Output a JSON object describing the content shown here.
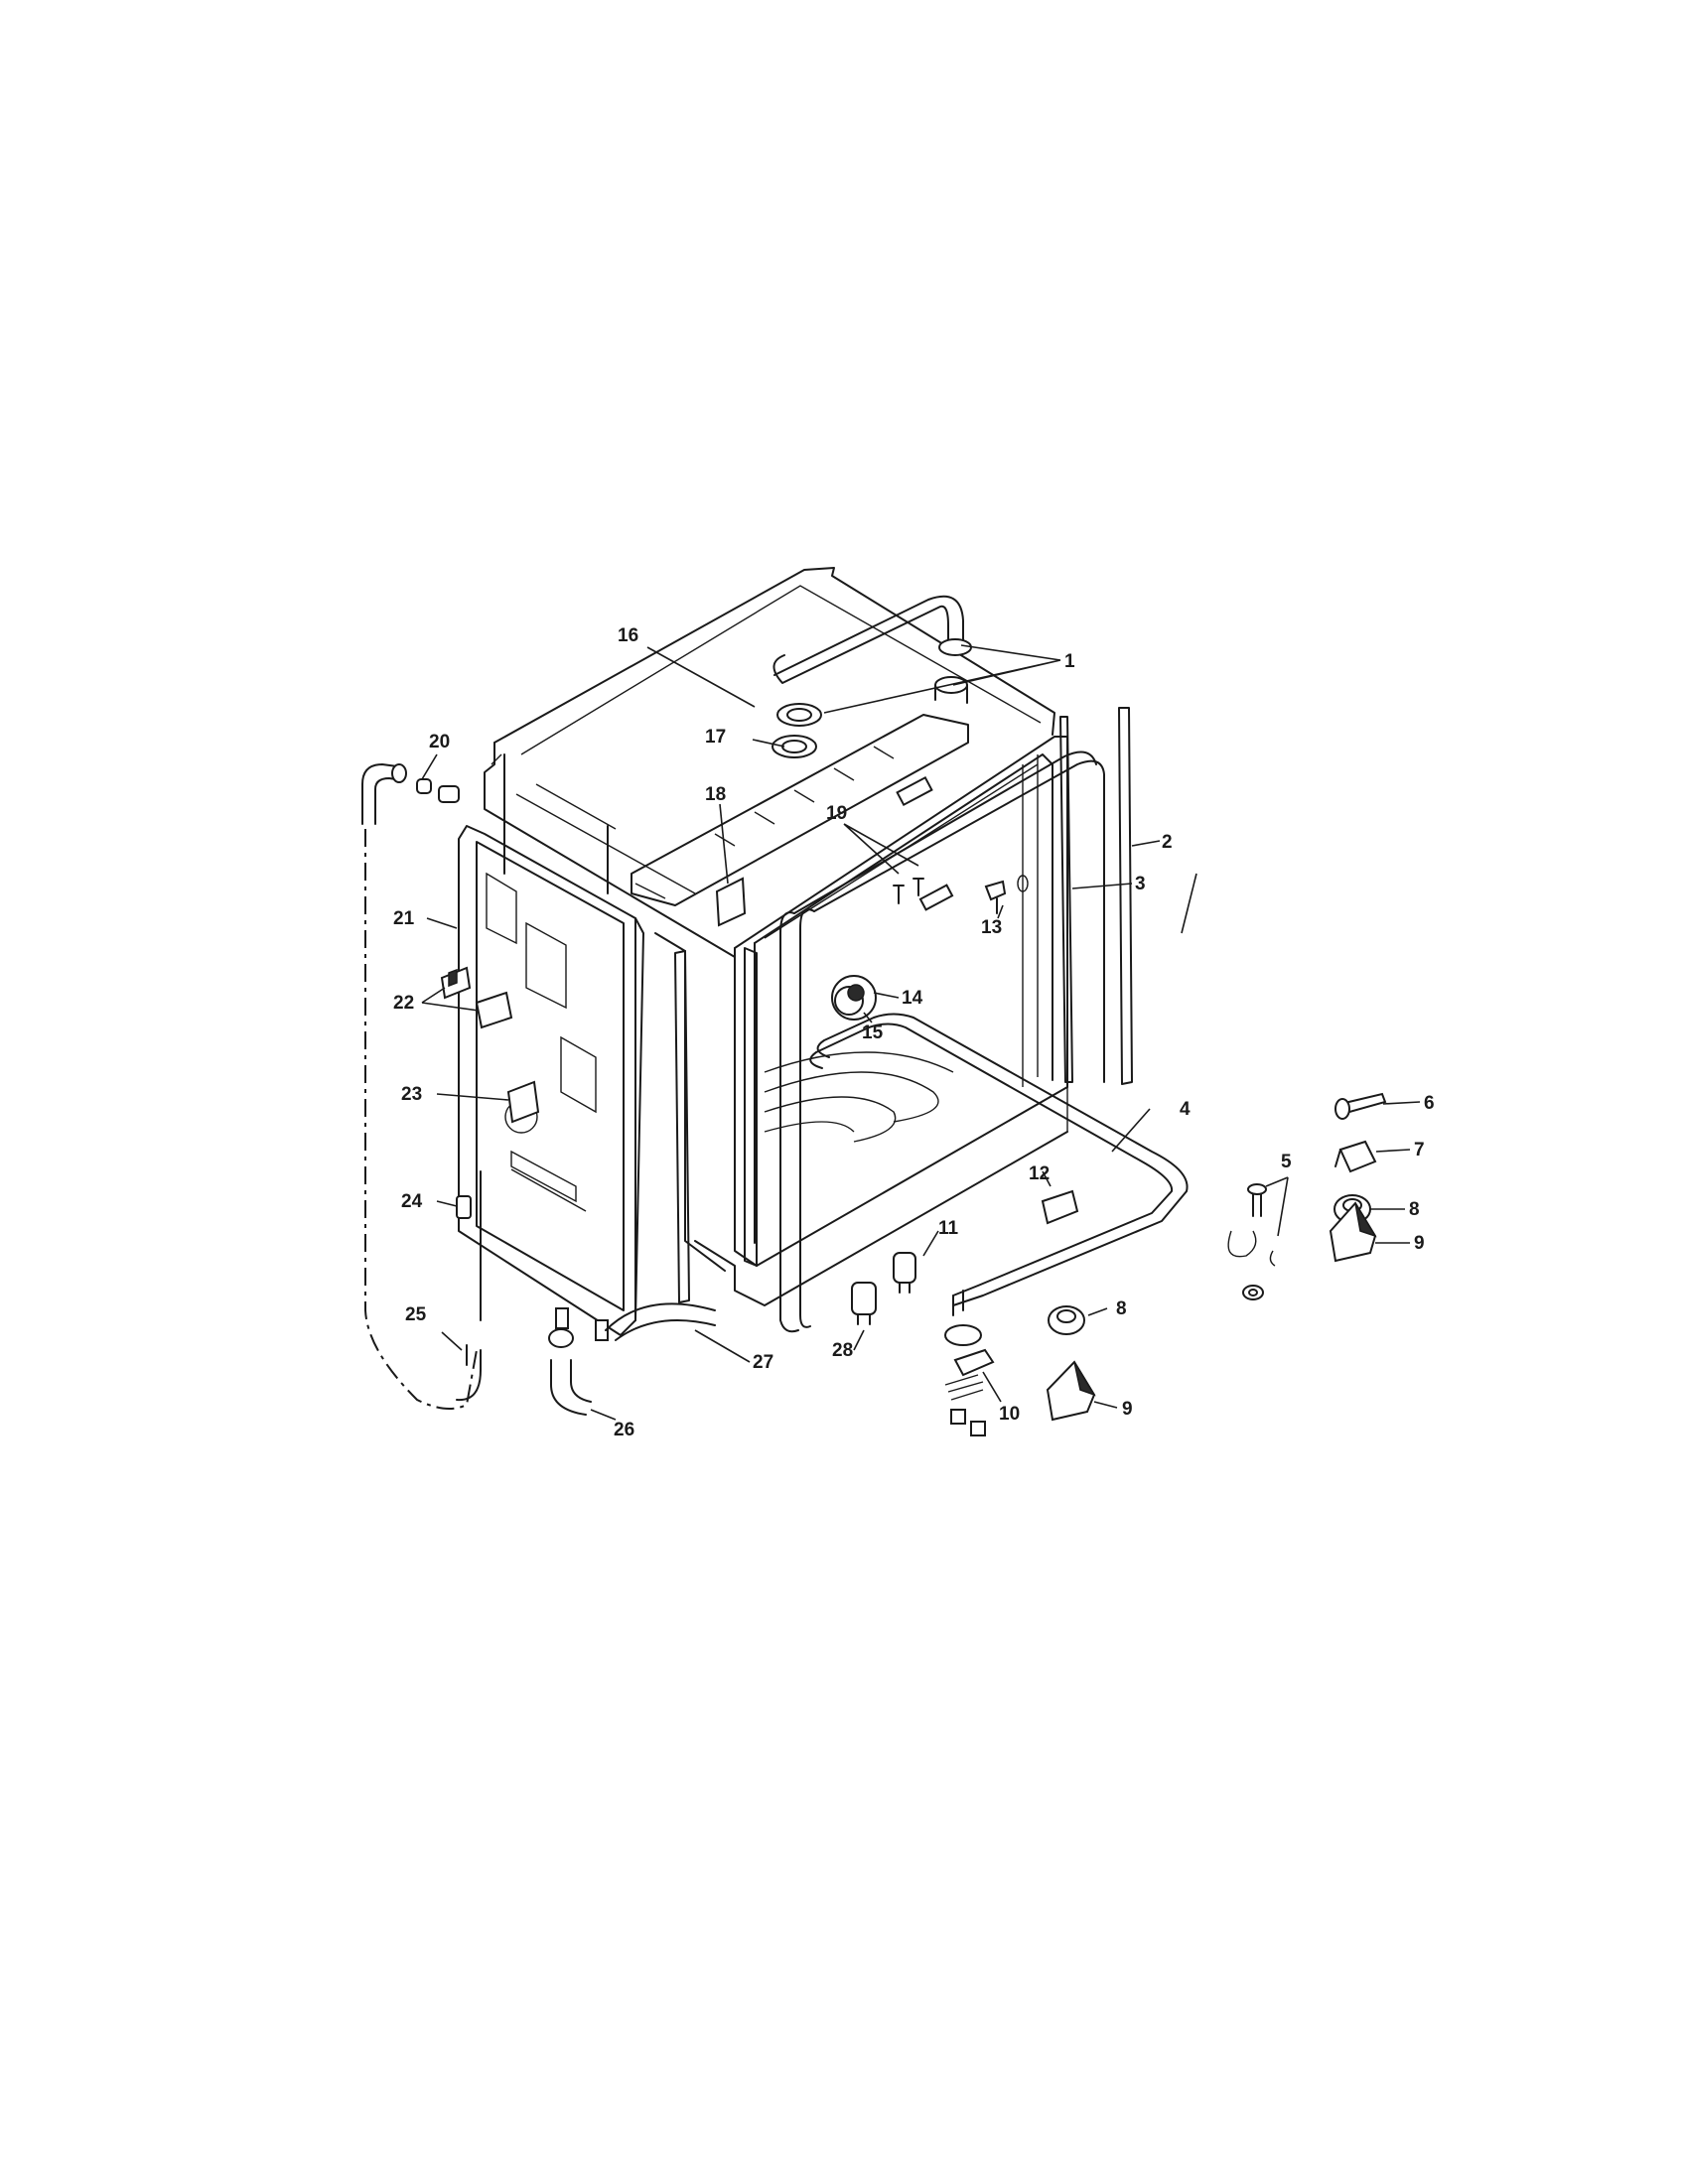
{
  "diagram": {
    "callouts": {
      "c1": "1",
      "c2": "2",
      "c3": "3",
      "c4": "4",
      "c5": "5",
      "c6": "6",
      "c7": "7",
      "c8a": "8",
      "c8b": "8",
      "c9a": "9",
      "c9b": "9",
      "c10": "10",
      "c11": "11",
      "c12": "12",
      "c13": "13",
      "c14": "14",
      "c15": "15",
      "c16": "16",
      "c17": "17",
      "c18": "18",
      "c19": "19",
      "c20": "20",
      "c21": "21",
      "c22": "22",
      "c23": "23",
      "c24": "24",
      "c25": "25",
      "c26": "26",
      "c27": "27",
      "c28": "28"
    }
  }
}
